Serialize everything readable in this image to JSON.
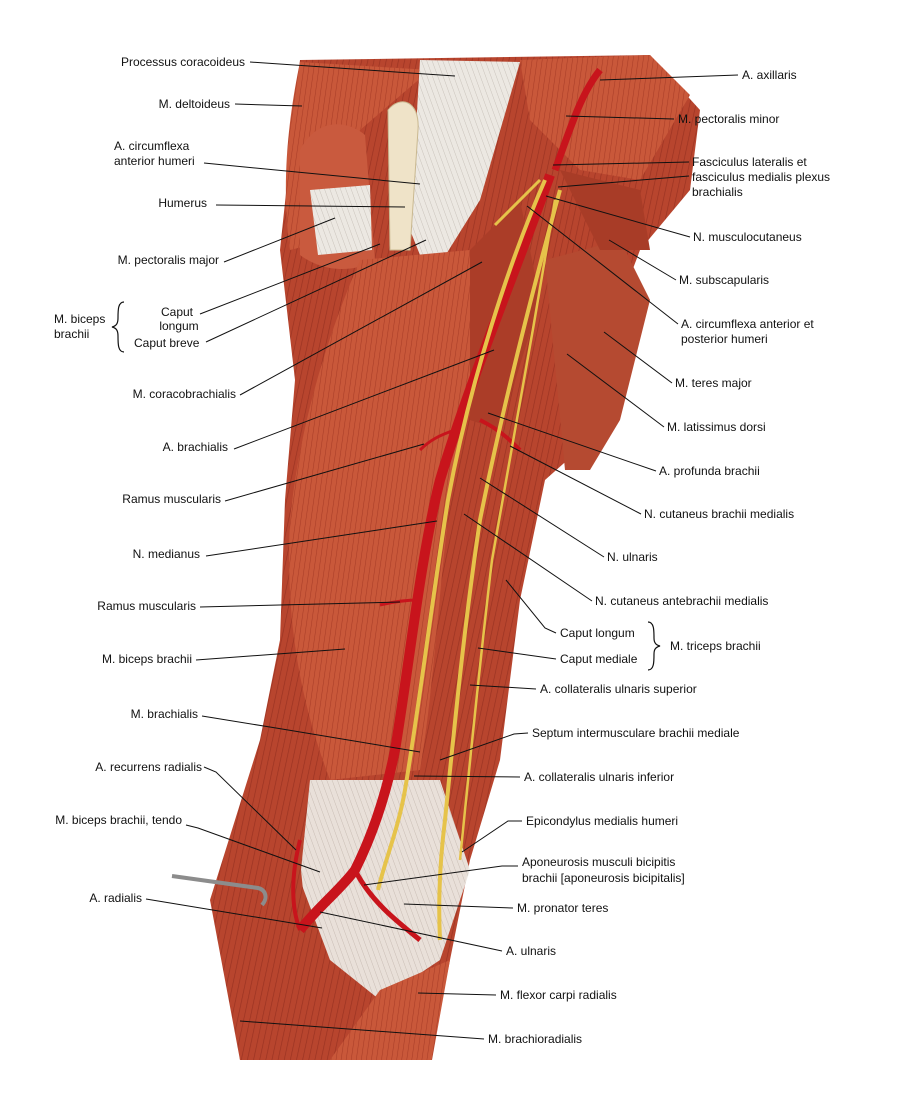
{
  "labels": {
    "processus_coracoideus": "Processus coracoideus",
    "m_deltoideus": "M. deltoideus",
    "a_circumflexa_1": "A. circumflexa",
    "a_circumflexa_2": "anterior humeri",
    "humerus": "Humerus",
    "m_pectoralis_major": "M. pectoralis major",
    "m_biceps_1": "M. biceps",
    "m_biceps_2": "brachii",
    "caput_longum_1": "Caput",
    "caput_longum_2": "longum",
    "caput_breve": "Caput breve",
    "m_coracobrachialis": "M. coracobrachialis",
    "a_brachialis": "A. brachialis",
    "ramus_muscularis_1": "Ramus muscularis",
    "n_medianus": "N. medianus",
    "ramus_muscularis_2": "Ramus muscularis",
    "m_biceps_brachii": "M. biceps brachii",
    "m_brachialis": "M. brachialis",
    "a_recurrens_radialis": "A. recurrens radialis",
    "m_biceps_tendo": "M. biceps brachii, tendo",
    "a_radialis": "A. radialis",
    "a_axillaris": "A. axillaris",
    "m_pectoralis_minor": "M. pectoralis minor",
    "fasciculus_1": "Fasciculus lateralis et",
    "fasciculus_2": "fasciculus medialis plexus",
    "fasciculus_3": "brachialis",
    "n_musculocutaneus": "N. musculocutaneus",
    "m_subscapularis": "M. subscapularis",
    "a_circumflexa_ant_post_1": "A. circumflexa anterior et",
    "a_circumflexa_ant_post_2": "posterior humeri",
    "m_teres_major": "M. teres major",
    "m_latissimus_dorsi": "M. latissimus dorsi",
    "a_profunda_brachii": "A. profunda brachii",
    "n_cutaneus_brachii_medialis": "N. cutaneus brachii medialis",
    "n_ulnaris": "N. ulnaris",
    "n_cutaneus_antebrachii_medialis": "N. cutaneus antebrachii medialis",
    "caput_longum_r": "Caput longum",
    "caput_mediale": "Caput mediale",
    "m_triceps_brachii": "M. triceps brachii",
    "a_collateralis_ulnaris_superior": "A. collateralis ulnaris superior",
    "septum_intermusculare": "Septum intermusculare brachii mediale",
    "a_collateralis_ulnaris_inferior": "A. collateralis ulnaris inferior",
    "epicondylus_medialis": "Epicondylus medialis humeri",
    "aponeurosis_1": "Aponeurosis musculi bicipitis",
    "aponeurosis_2": "brachii [aponeurosis bicipitalis]",
    "m_pronator_teres": "M. pronator teres",
    "a_ulnaris": "A. ulnaris",
    "m_flexor_carpi_radialis": "M. flexor carpi radialis",
    "m_brachioradialis": "M. brachioradialis"
  },
  "colors": {
    "muscle": "#b8452e",
    "muscle_dark": "#8e2a1c",
    "muscle_light": "#d97a5a",
    "tendon": "#e8e4df",
    "artery": "#c8141c",
    "nerve": "#e6c34a",
    "bone": "#efe3c8"
  }
}
